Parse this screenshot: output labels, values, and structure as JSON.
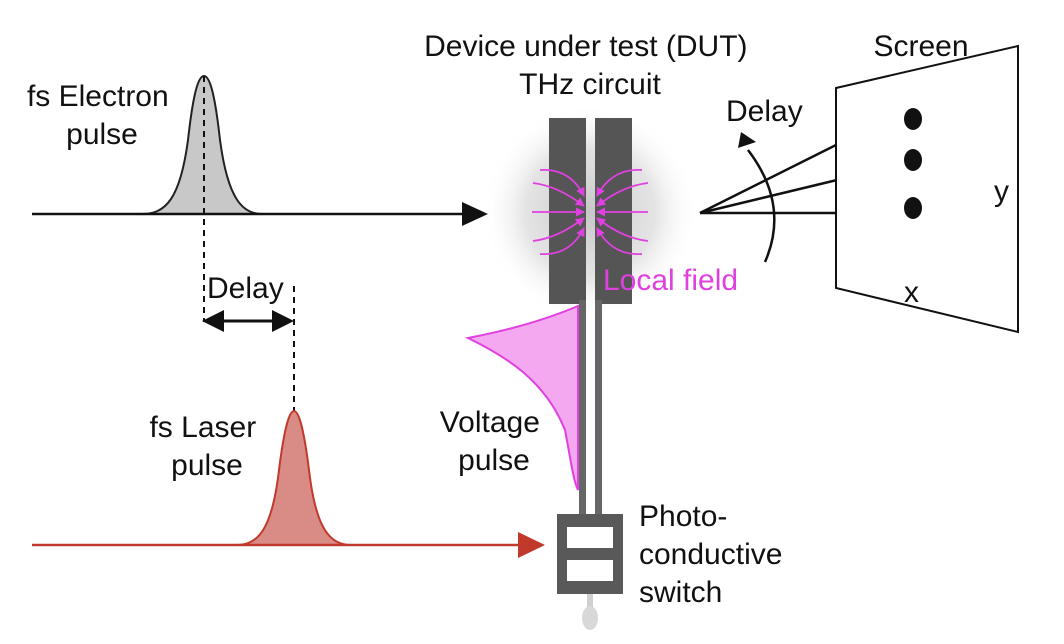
{
  "labels": {
    "electron_pulse": [
      "fs Electron",
      "pulse"
    ],
    "dut_title": [
      "Device under test (DUT)",
      "THz circuit"
    ],
    "screen": "Screen",
    "delay_top": "Delay",
    "delay_left": "Delay",
    "local_field": "Local field",
    "axis_y": "y",
    "axis_x": "x",
    "laser_pulse": [
      "fs Laser",
      "pulse"
    ],
    "voltage_pulse": [
      "Voltage",
      "pulse"
    ],
    "switch": [
      "Photo-",
      "conductive",
      "switch"
    ]
  },
  "colors": {
    "electron_fill": "#c8c8c8",
    "laser_line": "#c0392b",
    "laser_fill": "#d98b86",
    "field": "#e040e0",
    "voltage_fill": "#f4a8f0",
    "electrode": "#555555",
    "switch_body": "#595959",
    "halo": "#cfcfcf"
  }
}
